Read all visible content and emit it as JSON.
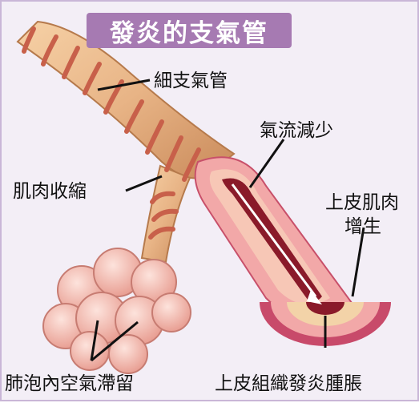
{
  "title": "發炎的支氣管",
  "labels": {
    "bronchiole": "細支氣管",
    "muscle_contraction": "肌肉收縮",
    "reduced_airflow": "氣流減少",
    "epithelial_muscle_line1": "上皮肌肉",
    "epithelial_muscle_line2": "增生",
    "air_trapped_in_alveoli": "肺泡內空氣滯留",
    "epithelial_tissue_inflamed_swollen": "上皮組織發炎腫脹"
  },
  "colors": {
    "title_background": "#a67ab2",
    "background": "#f3eef6",
    "airway_tan": "#e8b486",
    "muscle_bands": "#c8604a",
    "inflamed_pink": "#f2a8a8",
    "lumen": "#8a1a2a",
    "alveoli": "#f3b9ae"
  }
}
